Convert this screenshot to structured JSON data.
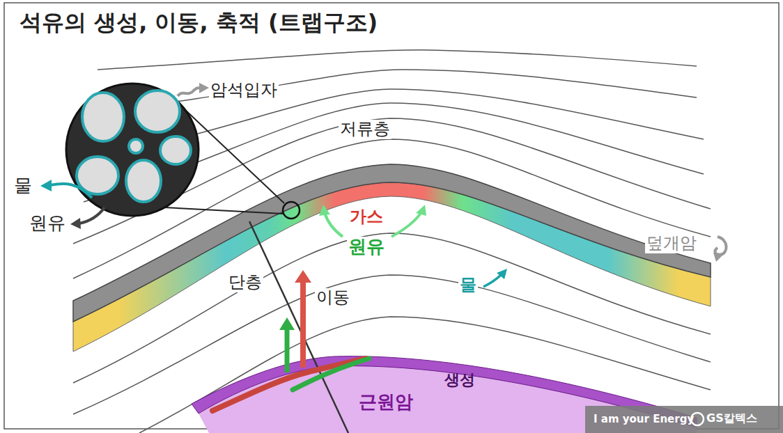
{
  "diagram": {
    "title": "석유의 생성, 이동, 축적 (트랩구조)",
    "nodes": [
      {
        "text": [
          "생성",
          "근원암"
        ]
      }
    ],
    "labels": [
      "암석입자",
      "저류층",
      "물",
      "원유",
      "가스",
      "원유",
      "물",
      "덮개암",
      "단층",
      "이동",
      "I am your Energy",
      "GS칼텍스"
    ]
  }
}
